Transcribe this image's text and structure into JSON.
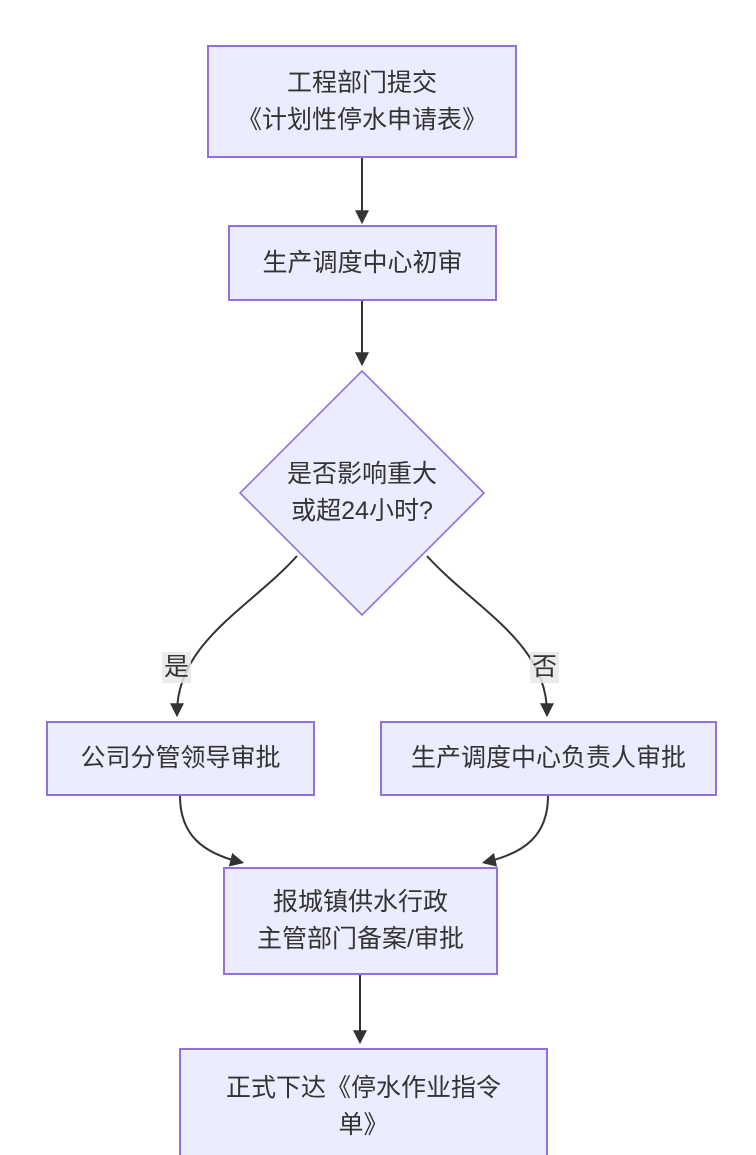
{
  "diagram": {
    "title_hint": "planned-water-suspension-approval-flowchart",
    "colors": {
      "node_fill": "#ECECFF",
      "node_border": "#9370DB",
      "edge_line": "#333333",
      "edge_label_bg": "#e8e8e8",
      "text": "#333333",
      "background": "#ffffff"
    },
    "nodes": {
      "submit": {
        "lines": [
          "工程部门提交",
          "《计划性停水申请表》"
        ]
      },
      "review": {
        "lines": [
          "生产调度中心初审"
        ]
      },
      "decision": {
        "lines": [
          "是否影响重大",
          "或超24小时?"
        ]
      },
      "leader": {
        "lines": [
          "公司分管领导审批"
        ]
      },
      "chief": {
        "lines": [
          "生产调度中心负责人审批"
        ]
      },
      "filing": {
        "lines": [
          "报城镇供水行政",
          "主管部门备案/审批"
        ]
      },
      "order": {
        "lines": [
          "正式下达《停水作业指令",
          "单》"
        ]
      }
    },
    "edge_labels": {
      "yes": "是",
      "no": "否"
    }
  }
}
